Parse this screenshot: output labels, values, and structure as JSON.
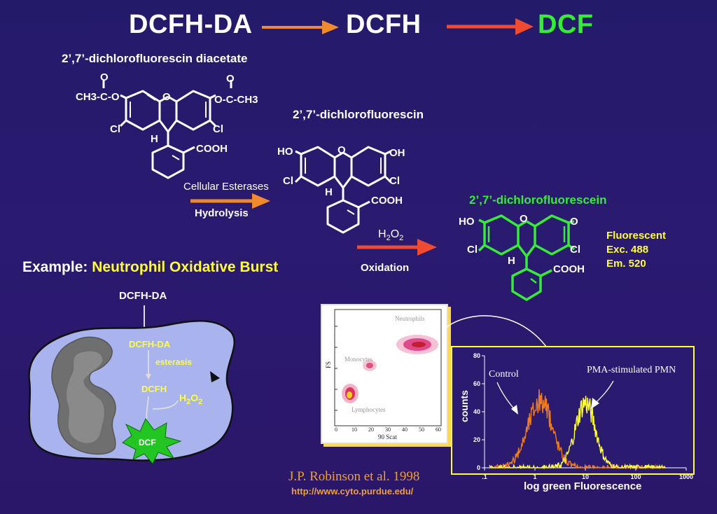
{
  "title": {
    "left": "DCFH-DA",
    "middle": "DCFH",
    "right": "DCF"
  },
  "mol1": {
    "name": "2’,7’-dichlorofluorescin diacetate",
    "left_group": "CH3-C-O",
    "right_group": "O-C-CH3",
    "o_top": "O",
    "ring_o": "O",
    "cl": "Cl",
    "h": "H",
    "cooh": "COOH"
  },
  "mol2": {
    "name": "2’,7’-dichlorofluorescin",
    "ho": "HO",
    "oh": "OH",
    "ring_o": "O",
    "cl": "Cl",
    "h": "H",
    "cooh": "COOH"
  },
  "mol3": {
    "name": "2’,7’-dichlorofluorescein",
    "ho": "HO",
    "keto_o": "O",
    "ring_o": "O",
    "cl": "Cl",
    "h": "H",
    "cooh": "COOH",
    "fluor": [
      "Fluorescent",
      "Exc. 488",
      "Em. 520"
    ]
  },
  "step1": {
    "top": "Cellular Esterases",
    "bottom": "Hydrolysis"
  },
  "step2": {
    "top_main": "H",
    "top_sub1": "2",
    "top_mid": "O",
    "top_sub2": "2",
    "bottom": "Oxidation"
  },
  "example": {
    "prefix": "Example:",
    "highlight": "Neutrophil Oxidative Burst"
  },
  "cell": {
    "outside": "DCFH-DA",
    "inside": "DCFH-DA",
    "esterase": "esterasis",
    "dcfh": "DCFH",
    "h": "H",
    "sub1": "2",
    "o": "O",
    "sub2": "2",
    "dcf": "DCF"
  },
  "scatter": {
    "ylabel": "FS",
    "xlabel": "90 Scat",
    "x_ticks": [
      "0",
      "10",
      "20",
      "30",
      "40",
      "50",
      "60"
    ],
    "populations": [
      "Neutrophils",
      "Monocytes",
      "Lymphocytes"
    ]
  },
  "histogram": {
    "ylabel": "counts",
    "xlabel": "log green Fluorescence",
    "y_ticks": [
      "80",
      "60",
      "40",
      "20",
      "0"
    ],
    "x_ticks": [
      ".1",
      "1",
      "10",
      "100",
      "1000"
    ],
    "control": "Control",
    "pma": "PMA-stimulated PMN",
    "colors": {
      "control": "#f07a1e",
      "pma": "#ffff33"
    }
  },
  "citation": {
    "author": "J.P. Robinson et al. 1998",
    "url": "http://www.cyto.purdue.edu/"
  },
  "colors": {
    "orange_arrow": "#f08a2c",
    "red_arrow": "#f04a30",
    "green": "#33ee33",
    "yellow": "#ffff33"
  }
}
